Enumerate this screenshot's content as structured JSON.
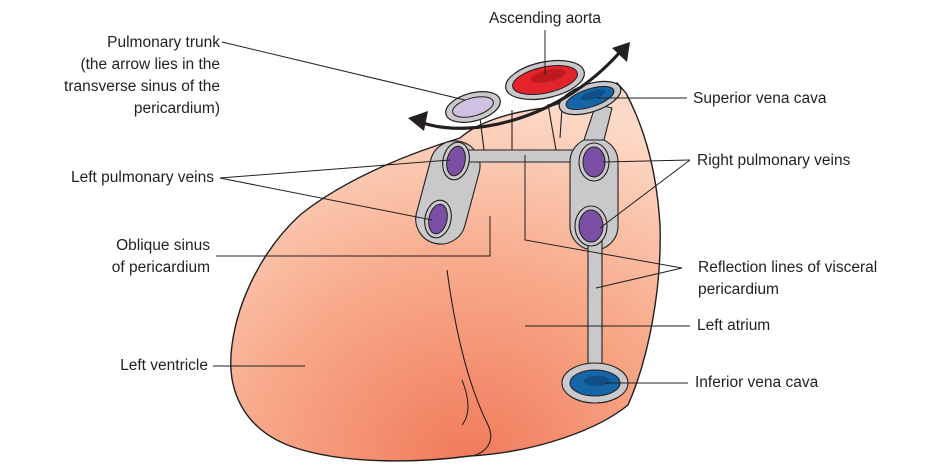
{
  "colors": {
    "heart_light": "#fcd9c6",
    "heart_dark": "#f07a5a",
    "vessel_gray": "#c9c9cb",
    "vein_purple": "#7b4fa3",
    "aorta_red": "#e3242b",
    "vena_cava_blue": "#1565a7",
    "pulmonary_trunk_lilac": "#cfc1e2",
    "outline": "#231f20"
  },
  "labels": {
    "ascending_aorta": "Ascending aorta",
    "pulmonary_trunk": [
      "Pulmonary trunk",
      "(the arrow lies in the",
      "transverse sinus of the",
      "pericardium)"
    ],
    "superior_vena_cava": "Superior vena cava",
    "left_pulmonary_veins": "Left pulmonary veins",
    "right_pulmonary_veins": "Right pulmonary veins",
    "oblique_sinus": [
      "Oblique sinus",
      "of pericardium"
    ],
    "reflection_lines": [
      "Reflection lines of visceral",
      "pericardium"
    ],
    "left_atrium": "Left atrium",
    "left_ventricle": "Left ventricle",
    "inferior_vena_cava": "Inferior vena cava"
  }
}
